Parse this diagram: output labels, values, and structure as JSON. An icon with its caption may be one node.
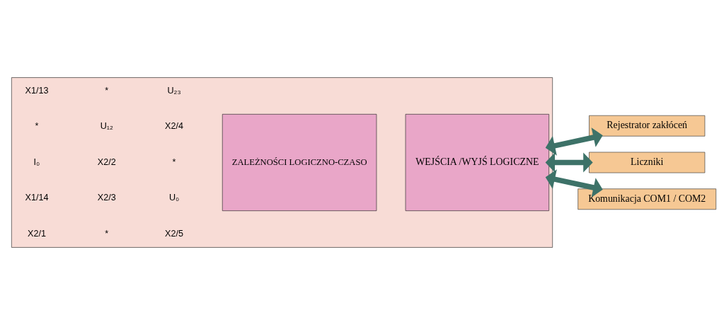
{
  "diagram": {
    "nodes": [
      {
        "text": [],
        "shape": "box"
      },
      {
        "text": [
          "ZALEŻNOŚCI LOGICZNO-CZASO"
        ],
        "in": 0
      },
      {
        "text": [
          "WEJŚCIA /WYJŚ LOGICZNE"
        ],
        "in": 0
      },
      {
        "text": [
          "Rejestrator zakłóceń"
        ]
      },
      {
        "text": [
          "Liczniki"
        ]
      },
      {
        "text": [
          "Komunikacja COM1 / COM2"
        ]
      }
    ],
    "edges": [
      {
        "from": 2,
        "to": 3,
        "arrow": "both"
      },
      {
        "from": 2,
        "to": 4,
        "arrow": "both"
      },
      {
        "from": 2,
        "to": 5,
        "arrow": "both"
      }
    ],
    "labels": [
      "X1/13",
      "*",
      "I₀",
      "X1/14",
      "X2/1",
      "*",
      "U₁₂",
      "X2/2",
      "X2/3",
      "*",
      "U₂₃",
      "X2/4",
      "*",
      "U₀",
      "X2/5"
    ]
  }
}
